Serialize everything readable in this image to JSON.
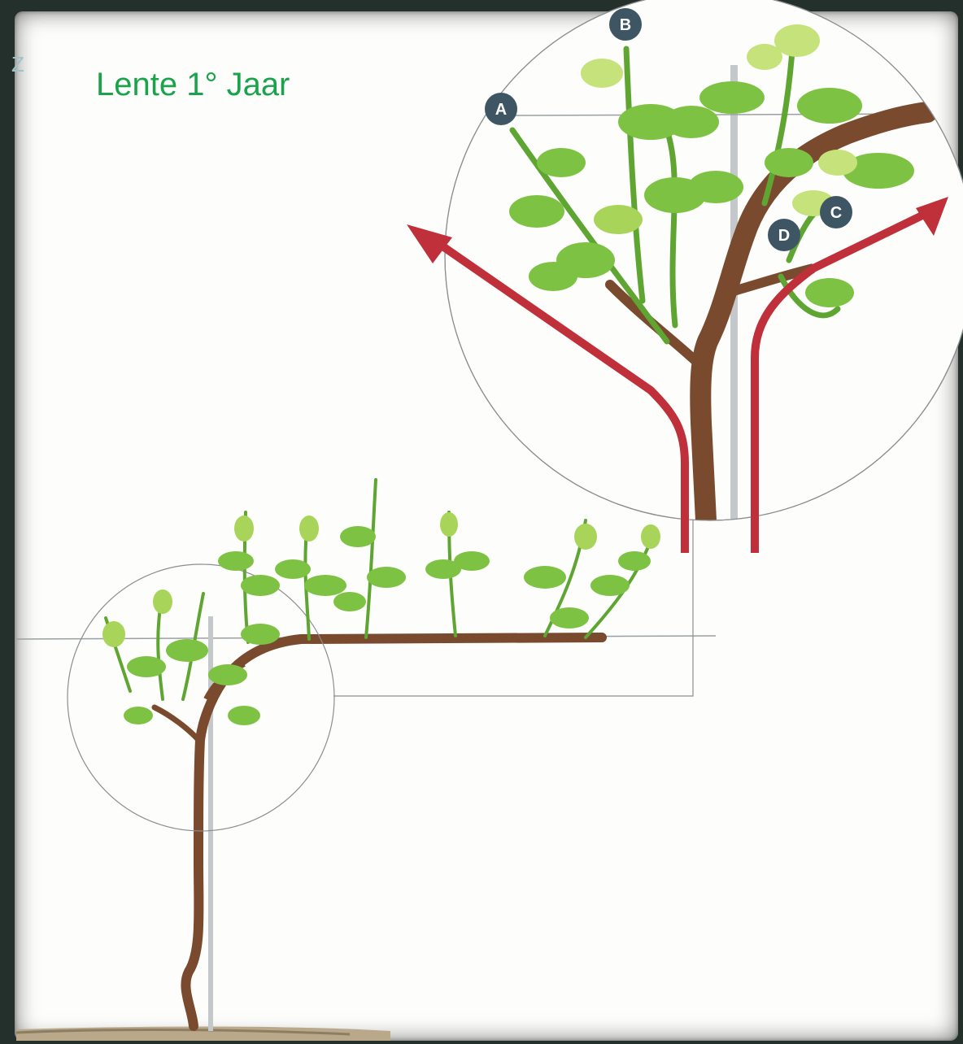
{
  "header": {
    "corner_letter": "Z",
    "title": "Lente 1° Jaar"
  },
  "labels": [
    "A",
    "B",
    "C",
    "D"
  ],
  "colors": {
    "frame": "#23302b",
    "title": "#1aa34a",
    "trunk": "#7a4a2e",
    "leaf": "#7dc242",
    "leaf_light": "#c6e27a",
    "arrow": "#c0303a",
    "label_badge": "#3e5663",
    "stake": "#bfc4c6"
  },
  "icons": {
    "arrows": "red-curved-arrow-icon",
    "badges": "letter-badge-icon"
  }
}
